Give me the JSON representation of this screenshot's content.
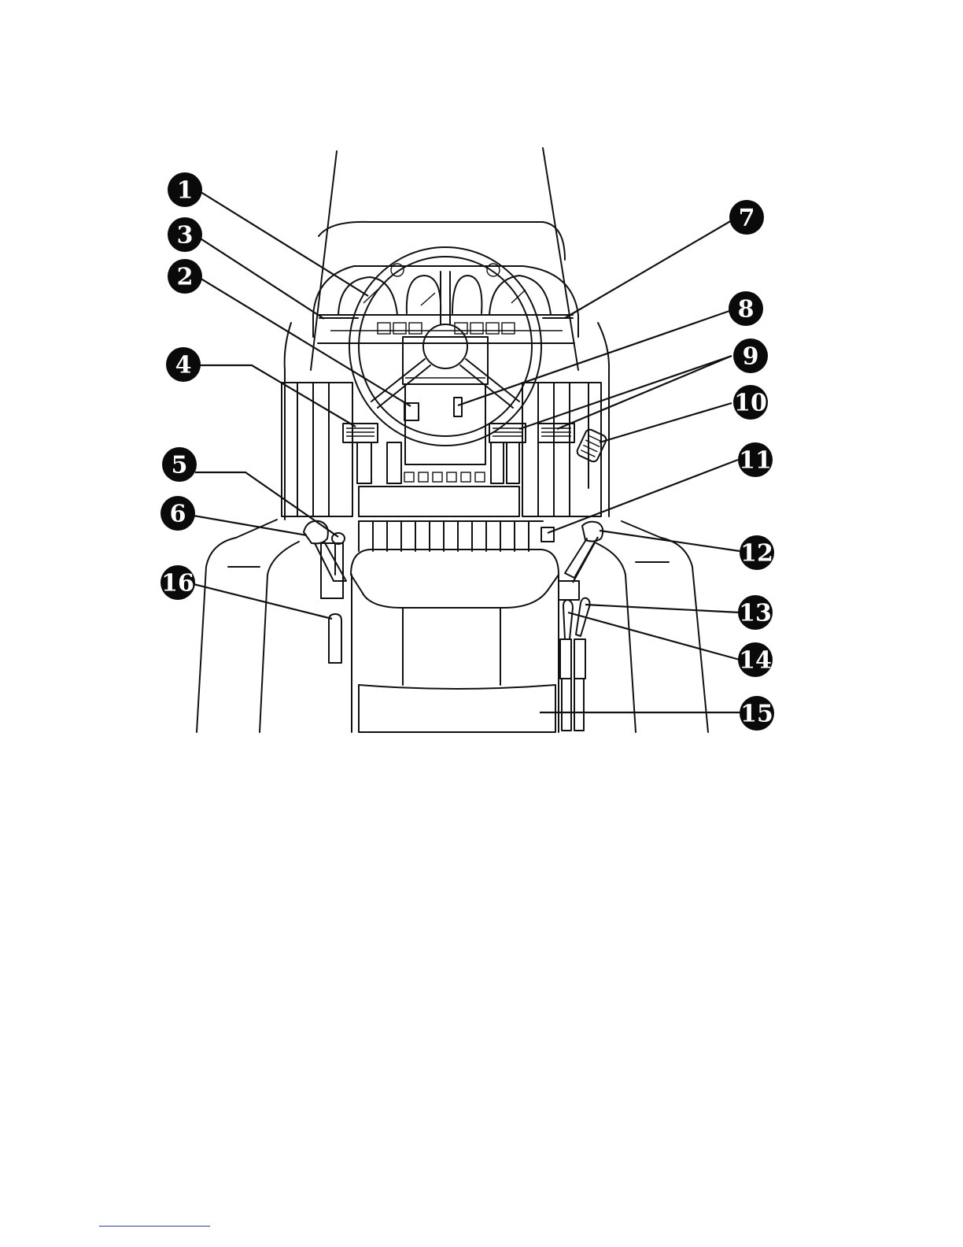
{
  "callouts": [
    {
      "number": "1"
    },
    {
      "number": "2"
    },
    {
      "number": "3"
    },
    {
      "number": "4"
    },
    {
      "number": "5"
    },
    {
      "number": "6"
    },
    {
      "number": "7"
    },
    {
      "number": "8"
    },
    {
      "number": "9"
    },
    {
      "number": "10"
    },
    {
      "number": "11"
    },
    {
      "number": "12"
    },
    {
      "number": "13"
    },
    {
      "number": "14"
    },
    {
      "number": "15"
    },
    {
      "number": "16"
    }
  ],
  "colors": {
    "line": "#111111",
    "badge_fill": "#0a0a0a",
    "badge_text": "#ffffff",
    "footer_rule": "#2a3e9e"
  }
}
